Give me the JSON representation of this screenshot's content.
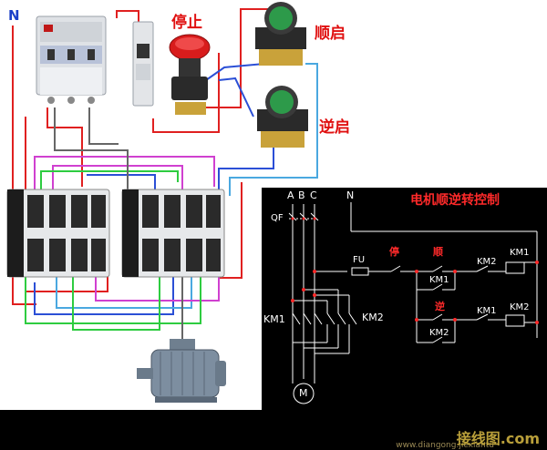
{
  "labels": {
    "neutral": "N",
    "stop": "停止",
    "forward_start": "顺启",
    "reverse_start": "逆启"
  },
  "schematic": {
    "title": "电机顺逆转控制",
    "phase_a": "A",
    "phase_b": "B",
    "phase_c": "C",
    "neutral": "N",
    "breaker": "QF",
    "fuse": "FU",
    "stop": "停",
    "forward": "顺",
    "reverse": "逆",
    "km1": "KM1",
    "km2": "KM2",
    "motor": "M"
  },
  "watermark": {
    "main": "接线图.com",
    "sub": "www.diangong.jiexiantu"
  },
  "colors": {
    "wire_red": "#e02020",
    "wire_blue": "#2b4fd6",
    "wire_green": "#2ecc40",
    "wire_magenta": "#d040d0",
    "wire_lightblue": "#4aa8e0",
    "wire_gray": "#666666",
    "button_green": "#2d9a4a",
    "button_red": "#d81c1c",
    "schematic_red": "#ff2a2a"
  }
}
